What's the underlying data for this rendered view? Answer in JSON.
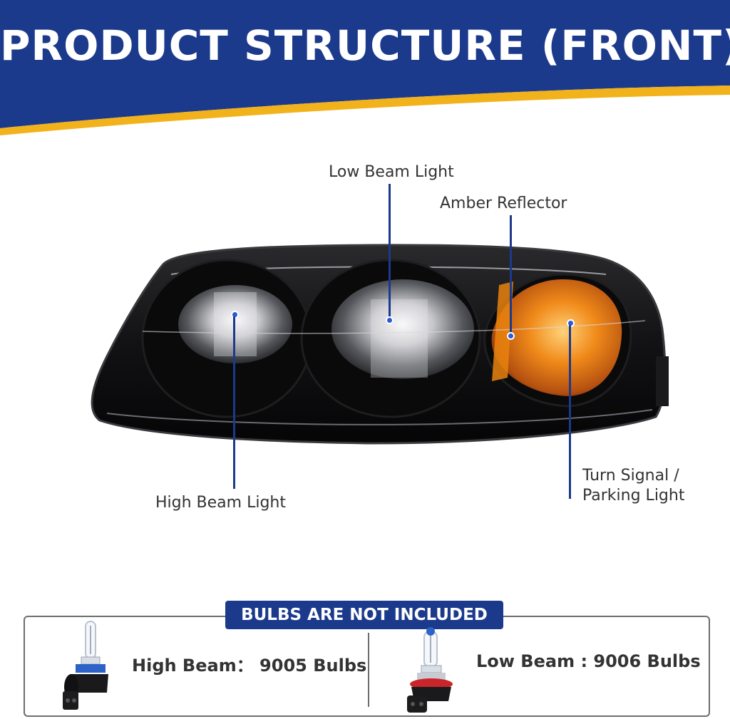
{
  "header": {
    "title": "PRODUCT STRUCTURE (FRONT)",
    "colors": {
      "navy": "#1c3a8c",
      "gold": "#f2b21b"
    }
  },
  "callouts": {
    "low_beam": "Low Beam Light",
    "amber_reflector": "Amber Reflector",
    "turn_signal_line1": "Turn Signal /",
    "turn_signal_line2": "Parking Light",
    "high_beam": "High Beam Light"
  },
  "bulbs": {
    "badge": "BULBS ARE NOT INCLUDED",
    "high_beam": "High Beam：  9005 Bulbs",
    "low_beam": "Low Beam : 9006  Bulbs"
  }
}
